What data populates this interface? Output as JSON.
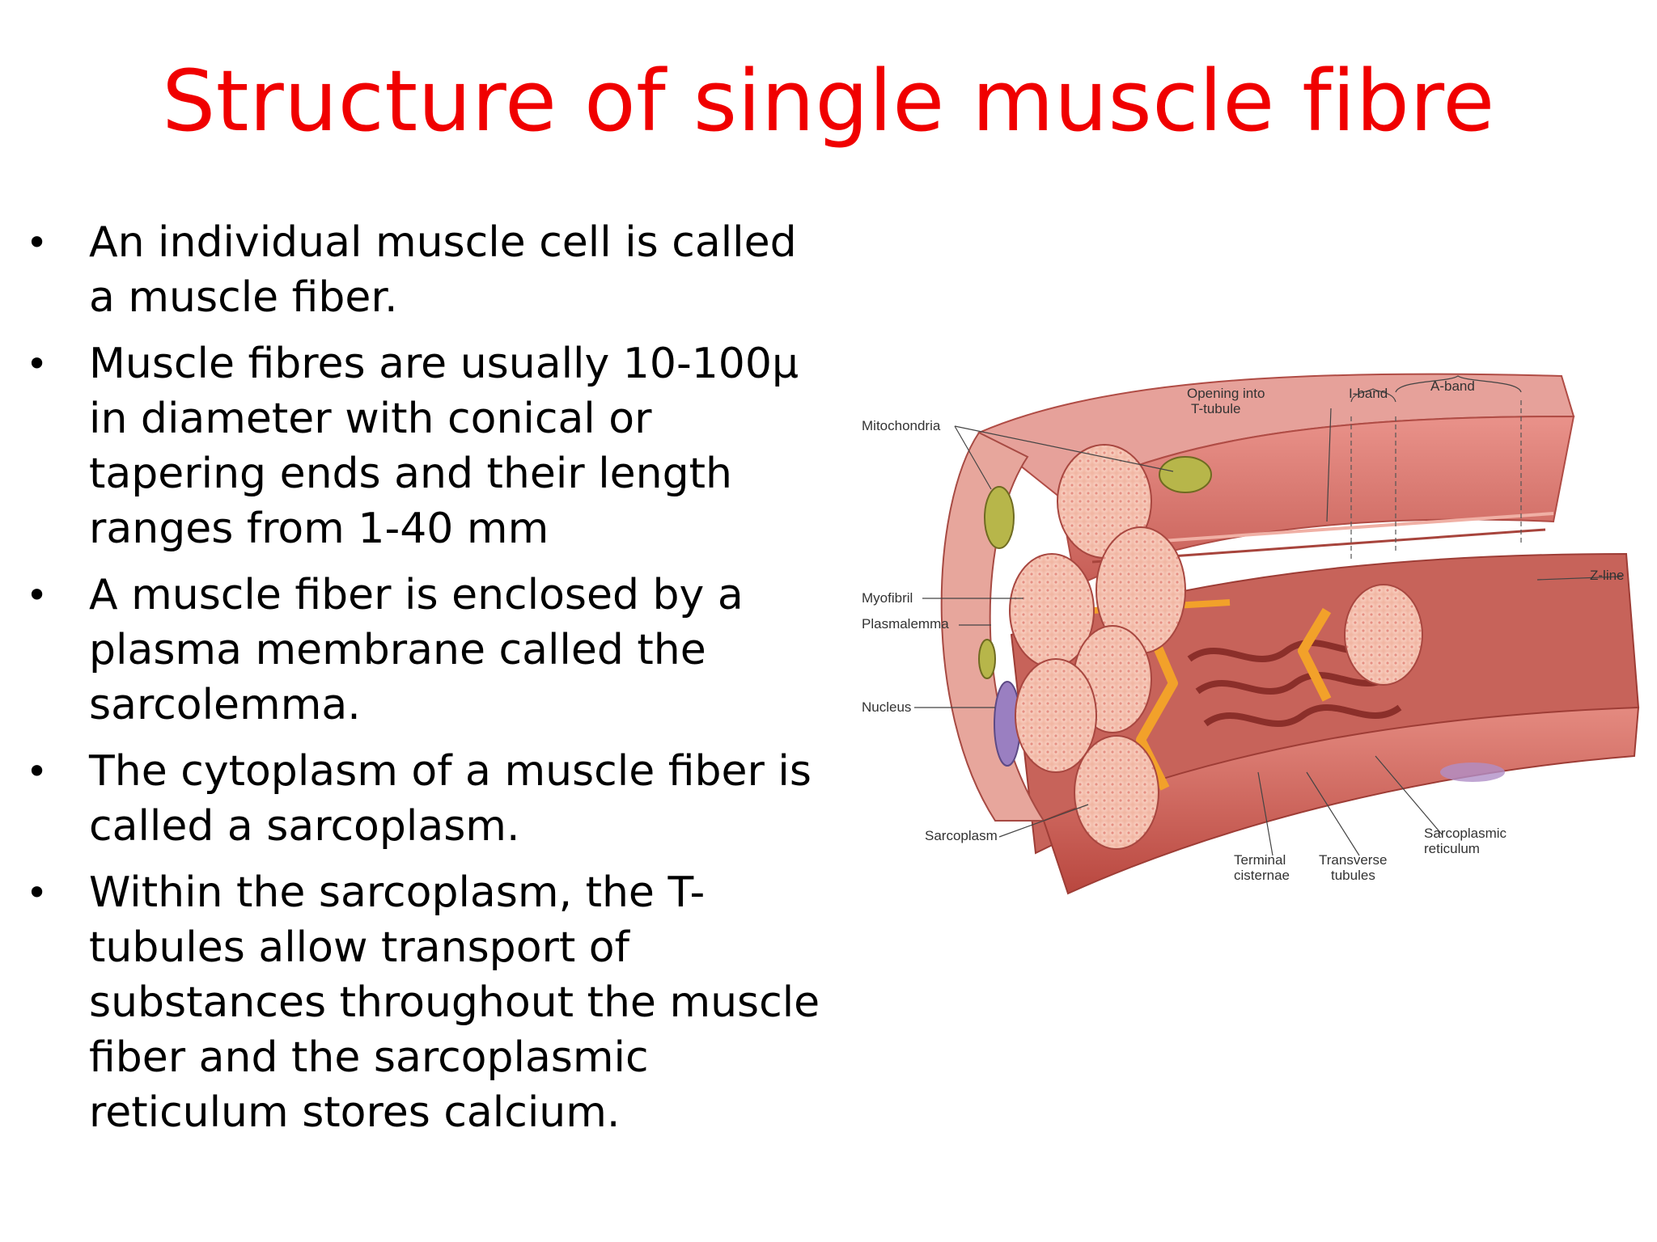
{
  "slide": {
    "title": "Structure of single muscle fibre",
    "bullets": [
      "An individual muscle cell is called a muscle fiber.",
      "Muscle fibres are usually 10-100μ in diameter with conical or tapering ends and their length ranges from 1-40 mm",
      "A muscle fiber is enclosed by a plasma membrane called the sarcolemma.",
      "The cytoplasm of a muscle fiber is called a sarcoplasm.",
      "Within the sarcoplasm, the T-tubules allow transport of substances throughout the muscle fiber and the sarcoplasmic reticulum stores calcium."
    ],
    "bullet_symbol": "•"
  },
  "figure": {
    "labels": {
      "mitochondria": "Mitochondria",
      "opening_t_tubule_1": "Opening into",
      "opening_t_tubule_2": "T-tubule",
      "i_band": "I-band",
      "a_band": "A-band",
      "z_line": "Z-line",
      "myofibril": "Myofibril",
      "plasmalemma": "Plasmalemma",
      "nucleus": "Nucleus",
      "sarcoplasm": "Sarcoplasm",
      "terminal_cisternae_1": "Terminal",
      "terminal_cisternae_2": "cisternae",
      "transverse_tubules_1": "Transverse",
      "transverse_tubules_2": "tubules",
      "sarcoplasmic_reticulum_1": "Sarcoplasmic",
      "sarcoplasmic_reticulum_2": "reticulum"
    },
    "colors": {
      "muscle": "#d9786c",
      "muscle_dark": "#b8504a",
      "myofibril_face": "#f6c7b6",
      "t_tubule": "#f2a12a",
      "mitochondria": "#b7b64a",
      "nucleus": "#9a7fc1"
    }
  }
}
